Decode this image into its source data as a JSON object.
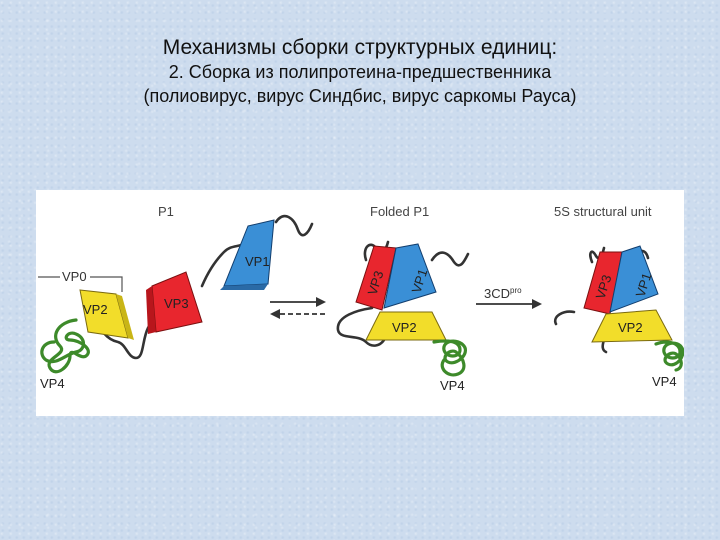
{
  "title": "Механизмы сборки структурных единиц:",
  "subtitle_line1": "2. Сборка из полипротеина-предшественника",
  "subtitle_line2": "(полиовирус, вирус Синдбис, вирус саркомы Рауса)",
  "figure": {
    "stage1_label": "P1",
    "stage2_label": "Folded  P1",
    "stage3_label": "5S  structural  unit",
    "vp0": "VP0",
    "vp1": "VP1",
    "vp2": "VP2",
    "vp3": "VP3",
    "vp4": "VP4",
    "enzyme_base": "3CD",
    "enzyme_sup": "pro",
    "colors": {
      "vp1": "#3a8fd6",
      "vp2": "#f2dd2a",
      "vp3": "#e8262e",
      "vp4": "#3d8a2a"
    }
  }
}
